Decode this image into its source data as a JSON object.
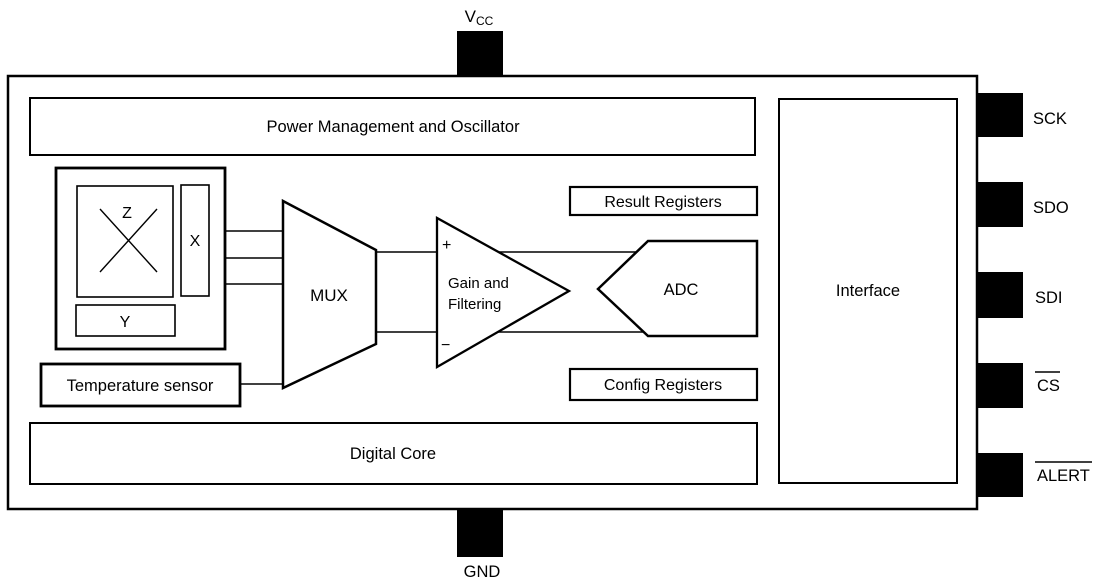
{
  "blocks": {
    "power_management": "Power Management and Oscillator",
    "digital_core": "Digital Core",
    "interface": "Interface",
    "result_registers": "Result Registers",
    "config_registers": "Config Registers",
    "temperature_sensor": "Temperature sensor",
    "mux": "MUX",
    "adc": "ADC",
    "amplifier": {
      "line1": "Gain and",
      "line2": "Filtering",
      "plus": "+",
      "minus": "−"
    }
  },
  "sensor_axes": {
    "z": "Z",
    "x": "X",
    "y": "Y"
  },
  "pins": {
    "vcc": {
      "main": "V",
      "sub": "CC"
    },
    "gnd": "GND",
    "sck": "SCK",
    "sdo": "SDO",
    "sdi": "SDI",
    "cs": "CS",
    "alert": "ALERT"
  },
  "colors": {
    "stroke": "#000000",
    "block_fill": "#ffffff",
    "pin_fill": "#000000",
    "background": "#ffffff"
  }
}
